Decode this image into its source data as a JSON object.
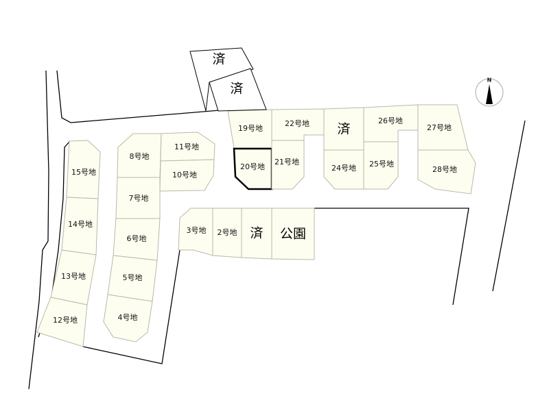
{
  "lots": [
    {
      "id": "19",
      "label": "19号地"
    },
    {
      "id": "20",
      "label": "20号地",
      "highlighted": true
    },
    {
      "id": "21",
      "label": "21号地"
    },
    {
      "id": "22",
      "label": "22号地"
    },
    {
      "id": "23",
      "label": "済",
      "status": "sold"
    },
    {
      "id": "24",
      "label": "24号地"
    },
    {
      "id": "25",
      "label": "25号地"
    },
    {
      "id": "26",
      "label": "26号地"
    },
    {
      "id": "27",
      "label": "27号地"
    },
    {
      "id": "28",
      "label": "28号地"
    },
    {
      "id": "15",
      "label": "15号地"
    },
    {
      "id": "14",
      "label": "14号地"
    },
    {
      "id": "13",
      "label": "13号地"
    },
    {
      "id": "12",
      "label": "12号地"
    },
    {
      "id": "8",
      "label": "8号地"
    },
    {
      "id": "7",
      "label": "7号地"
    },
    {
      "id": "6",
      "label": "6号地"
    },
    {
      "id": "5",
      "label": "5号地"
    },
    {
      "id": "4",
      "label": "4号地"
    },
    {
      "id": "11",
      "label": "11号地"
    },
    {
      "id": "10",
      "label": "10号地"
    },
    {
      "id": "3",
      "label": "3号地"
    },
    {
      "id": "2",
      "label": "2号地"
    },
    {
      "id": "1",
      "label": "済",
      "status": "sold"
    },
    {
      "id": "park",
      "label": "公園"
    },
    {
      "id": "sold-a",
      "label": "済",
      "status": "sold"
    },
    {
      "id": "sold-b",
      "label": "済",
      "status": "sold"
    }
  ],
  "compass": {
    "label": "N"
  },
  "colors": {
    "lot_fill": "#fefef0",
    "highlight_stroke": "#000000"
  }
}
